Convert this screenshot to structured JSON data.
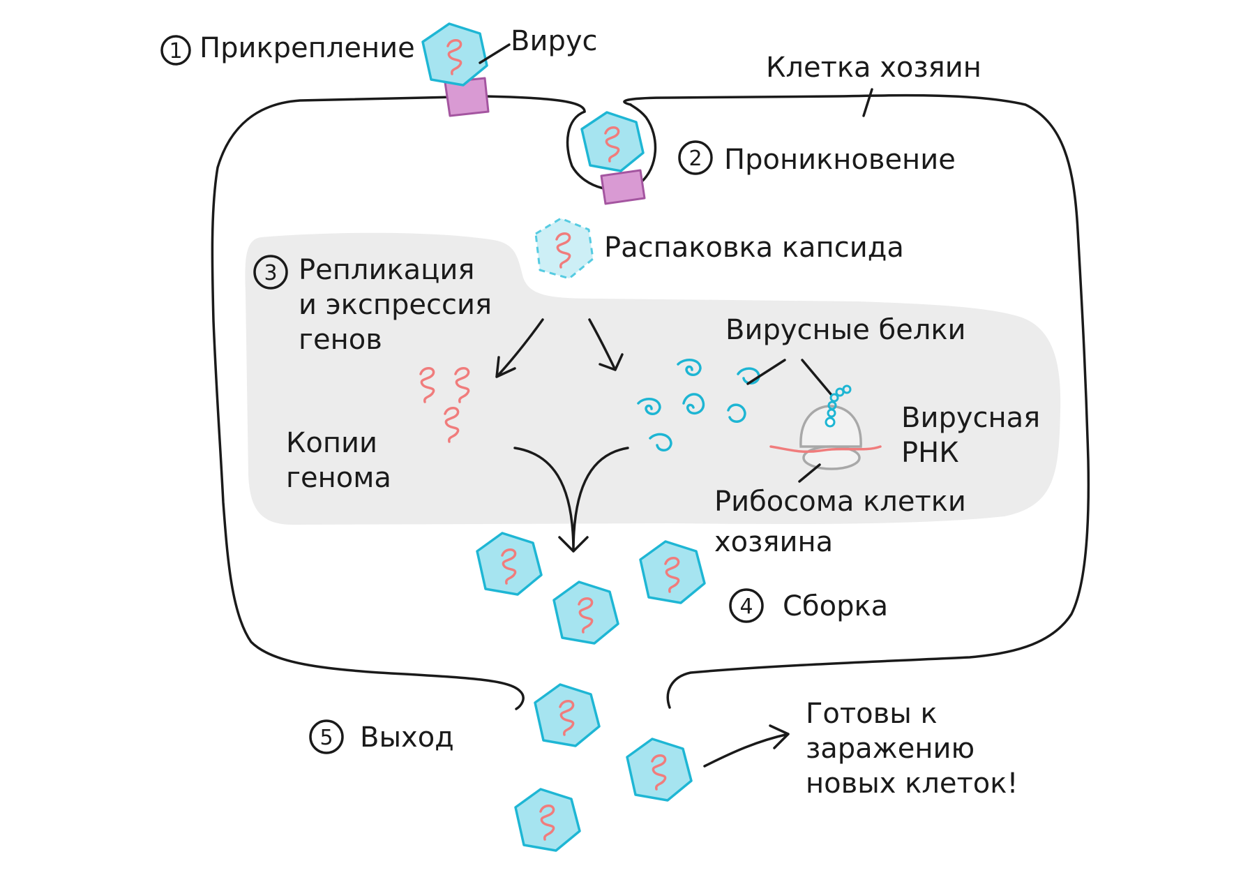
{
  "labels": {
    "attachment": "Прикрепление",
    "virus": "Вирус",
    "host_cell": "Клетка хозяин",
    "penetration": "Проникновение",
    "uncoating": "Распаковка капсида",
    "replication_1": "Репликация",
    "replication_2": "и экспрессия",
    "replication_3": "генов",
    "viral_proteins": "Вирусные белки",
    "genome_copies_1": "Копии",
    "genome_copies_2": "генома",
    "viral_rna_1": "Вирусная",
    "viral_rna_2": "РНК",
    "ribosome_1": "Рибосома клетки",
    "ribosome_2": "хозяина",
    "assembly": "Сборка",
    "exit": "Выход",
    "ready_1": "Готовы к",
    "ready_2": "заражению",
    "ready_3": "новых клеток!"
  },
  "step_numbers": [
    "1",
    "2",
    "3",
    "4",
    "5"
  ],
  "colors": {
    "capsid_fill": "#a6e4f0",
    "capsid_stroke": "#1eb6d4",
    "genome": "#f07c7c",
    "receptor": "#d99ad3",
    "protein": "#1db5d3",
    "cytoplasm_region": "#ececec",
    "ribosome": "#a8a8a8"
  }
}
